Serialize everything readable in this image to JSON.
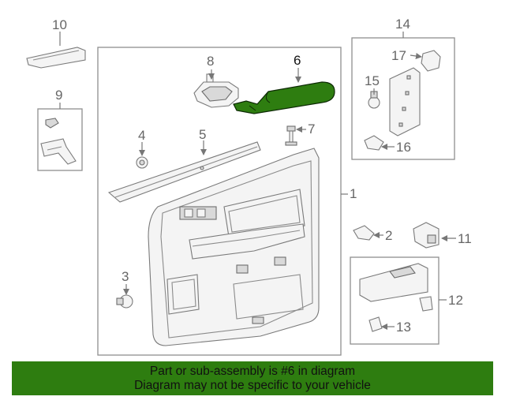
{
  "diagram": {
    "callouts": {
      "c1": "1",
      "c2": "2",
      "c3": "3",
      "c4": "4",
      "c5": "5",
      "c6": "6",
      "c7": "7",
      "c8": "8",
      "c9": "9",
      "c10": "10",
      "c11": "11",
      "c12": "12",
      "c13": "13",
      "c14": "14",
      "c15": "15",
      "c16": "16",
      "c17": "17"
    },
    "highlighted_part": "6",
    "colors": {
      "highlight_fill": "#2e7d10",
      "banner_background": "#2e7d10",
      "line": "#7a7a7a"
    }
  },
  "banner": {
    "line1": "Part or sub-assembly is #6 in diagram",
    "line2": "Diagram may not be specific to your vehicle"
  }
}
